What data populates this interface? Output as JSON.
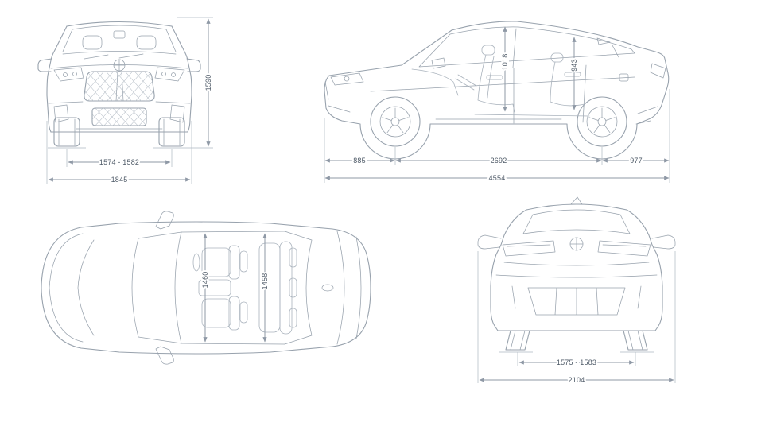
{
  "colors": {
    "car_line": "#98A2AD",
    "dimension_line": "#8F99A6",
    "label_text": "#4E5A67",
    "background": "#FFFFFF"
  },
  "views": {
    "front": {
      "height": "1590",
      "track": "1574 - 1582",
      "body_width": "1845"
    },
    "side": {
      "front_headroom": "1018",
      "rear_headroom": "943",
      "front_overhang": "885",
      "wheelbase": "2692",
      "rear_overhang": "977",
      "overall_length": "4554"
    },
    "top": {
      "front_interior_width": "1460",
      "rear_interior_width": "1458"
    },
    "rear": {
      "track": "1575 - 1583",
      "width_with_mirrors": "2104"
    }
  }
}
